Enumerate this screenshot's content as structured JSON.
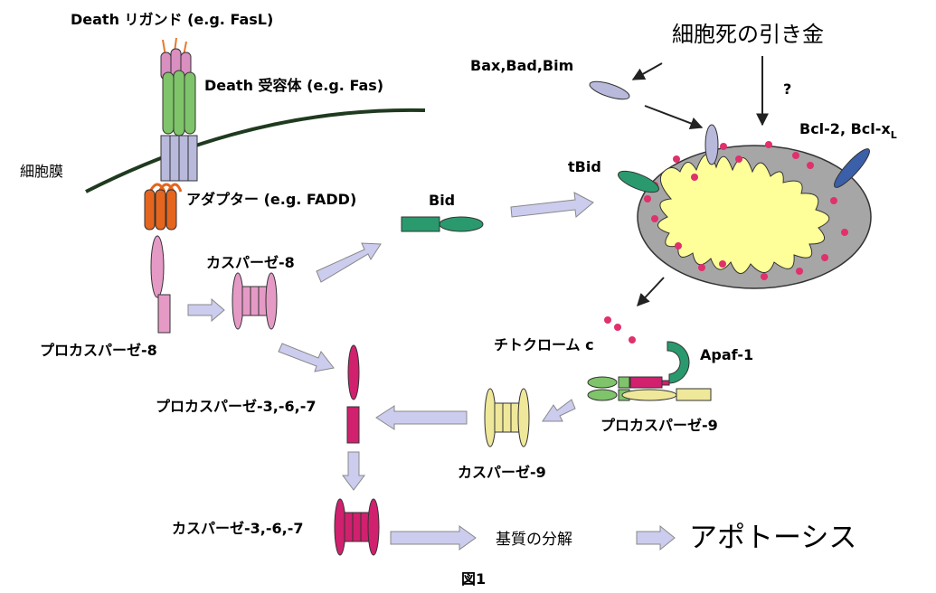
{
  "labels": {
    "death_ligand": "Death リガンド (e.g. FasL)",
    "death_receptor": "Death 受容体 (e.g. Fas)",
    "membrane": "細胞膜",
    "adapter": "アダプター (e.g. FADD)",
    "procaspase8": "プロカスパーゼ-8",
    "caspase8": "カスパーゼ-8",
    "bid": "Bid",
    "tbid": "tBid",
    "bax_bad_bim": "Bax,Bad,Bim",
    "death_trigger": "細胞死の引き金",
    "question": "?",
    "bcl2_main": "Bcl-2, Bcl-x",
    "bcl2_sub": "L",
    "cytochrome_c": "チトクローム c",
    "apaf1": "Apaf-1",
    "procaspase9": "プロカスパーゼ-9",
    "caspase9": "カスパーゼ-9",
    "procaspase367": "プロカスパーゼ-3,-6,-7",
    "caspase367": "カスパーゼ-3,-6,-7",
    "substrate": "基質の分解",
    "apoptosis": "アポトーシス",
    "figure": "図1"
  },
  "colors": {
    "ligand_pink": "#d98fc0",
    "ligand_orange": "#e8772a",
    "receptor_green": "#7fc46a",
    "adapter_lavender": "#b9b9dc",
    "fadd_orange": "#e5651e",
    "procaspase8_pink": "#e59ac6",
    "bid_green": "#2a9a6e",
    "mito_gray": "#a6a6a6",
    "mito_inner": "#ffff99",
    "dot_magenta": "#e0306e",
    "bcl2_blue": "#3b5fa8",
    "caspase367_magenta": "#d0206e",
    "caspase9_yellow": "#efe89a",
    "arrow_fill": "#ccccee",
    "membrane": "#1f3a1f"
  }
}
